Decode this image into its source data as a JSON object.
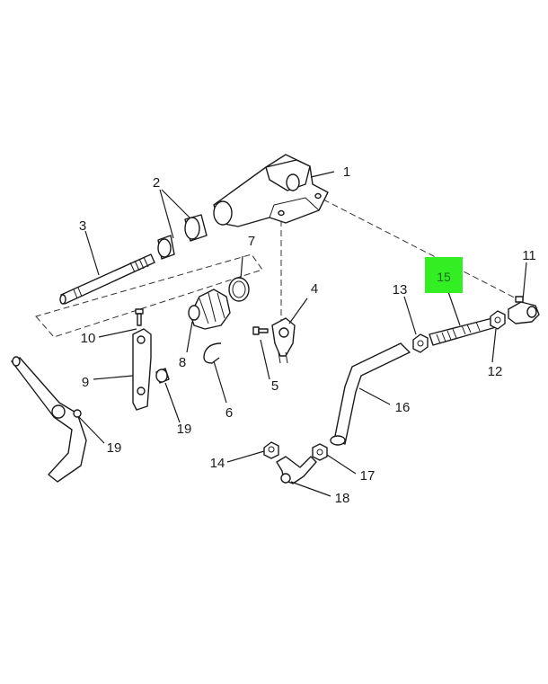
{
  "highlight_color": "#33ee22",
  "highlighted_callout": "15",
  "callouts": {
    "c1": "1",
    "c2": "2",
    "c3": "3",
    "c4": "4",
    "c5": "5",
    "c6": "6",
    "c7": "7",
    "c8": "8",
    "c9": "9",
    "c10": "10",
    "c11": "11",
    "c12": "12",
    "c13": "13",
    "c14": "14",
    "c15": "15",
    "c16": "16",
    "c17": "17",
    "c18": "18",
    "c19a": "19",
    "c19b": "19"
  }
}
